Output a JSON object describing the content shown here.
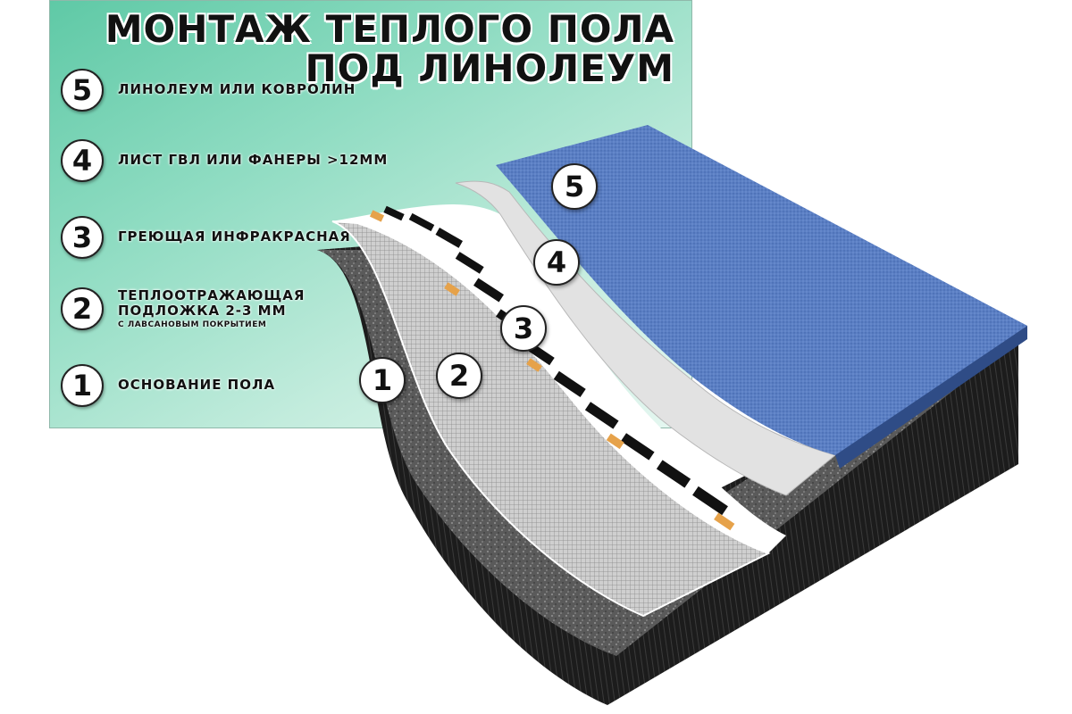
{
  "title": {
    "line1": "МОНТАЖ ТЕПЛОГО ПОЛА",
    "line2": "ПОД ЛИНОЛЕУМ"
  },
  "layers": [
    {
      "number": "5",
      "label": "линолеум или ковролин",
      "sub": ""
    },
    {
      "number": "4",
      "label": "лист гвл или фанеры >12мм",
      "sub": ""
    },
    {
      "number": "3",
      "label": "греющая инфракрасная пленка",
      "sub": ""
    },
    {
      "number": "2",
      "label": "теплоотражающая подложка 2-3 мм",
      "label_line1": "теплоотражающая",
      "label_line2": "подложка 2-3 мм",
      "sub": "с лавсановым покрытием"
    },
    {
      "number": "1",
      "label": "основание пола",
      "sub": ""
    }
  ],
  "callouts": [
    "5",
    "4",
    "3",
    "2",
    "1"
  ],
  "colors": {
    "panel_start": "#5fc9a6",
    "panel_end": "#e6f7f1",
    "carpet": "#5b7fc4",
    "board": "#e2e2e2",
    "film_stripe": "#e6a24a",
    "concrete": "#555555",
    "base": "#1a1a1a"
  }
}
